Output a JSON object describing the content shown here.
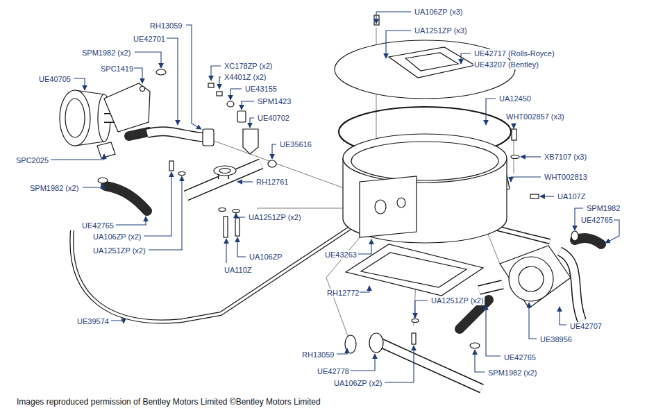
{
  "diagram": {
    "caption": "Images reproduced permission of Bentley Motors Limited ©Bentley Motors Limited",
    "labels": [
      "UA106ZP (x3)",
      "UA1251ZP (x3)",
      "RH13059",
      "UE42701",
      "SPM1982 (x2)",
      "SPC1419",
      "UE40705",
      "XC178ZP (x2)",
      "X4401Z (x2)",
      "UE43155",
      "SPM1423",
      "UE40702",
      "UE35616",
      "UE42717 (Rolls-Royce)",
      "UE43207 (Bentley)",
      "UA12450",
      "WHT002857 (x3)",
      "XB7107 (x3)",
      "WHT002813",
      "UA107Z",
      "SPM1982",
      "UE42765",
      "SPC2025",
      "RH12761",
      "SPM1982 (x2)",
      "UA1251ZP (x2)",
      "UE42765",
      "UA106ZP (x2)",
      "UA1251ZP (x2)",
      "UE43263",
      "UA106ZP",
      "UA110Z",
      "RH12772",
      "UE42707",
      "UE39574",
      "UA1251ZP (x2)",
      "UE38956",
      "RH13059",
      "UE42765",
      "UE42778",
      "SPM1982 (x2)",
      "UA106ZP (x2)"
    ]
  }
}
